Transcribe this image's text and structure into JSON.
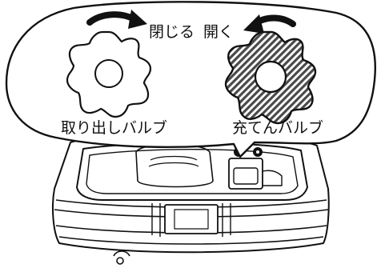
{
  "labels": {
    "close": "閉じる",
    "open": "開く",
    "drain_valve": "取り出しバルブ",
    "fill_valve": "充てんバルブ"
  },
  "icons": {
    "close_arrow": "curved-arrow-clockwise-icon",
    "open_arrow": "curved-arrow-counterclockwise-icon",
    "drain_knob": "gear-knob-icon",
    "fill_knob": "gear-knob-icon"
  },
  "colors": {
    "line": "#111111",
    "fill_valve_shading": "#7a7a7a",
    "background": "#ffffff"
  }
}
